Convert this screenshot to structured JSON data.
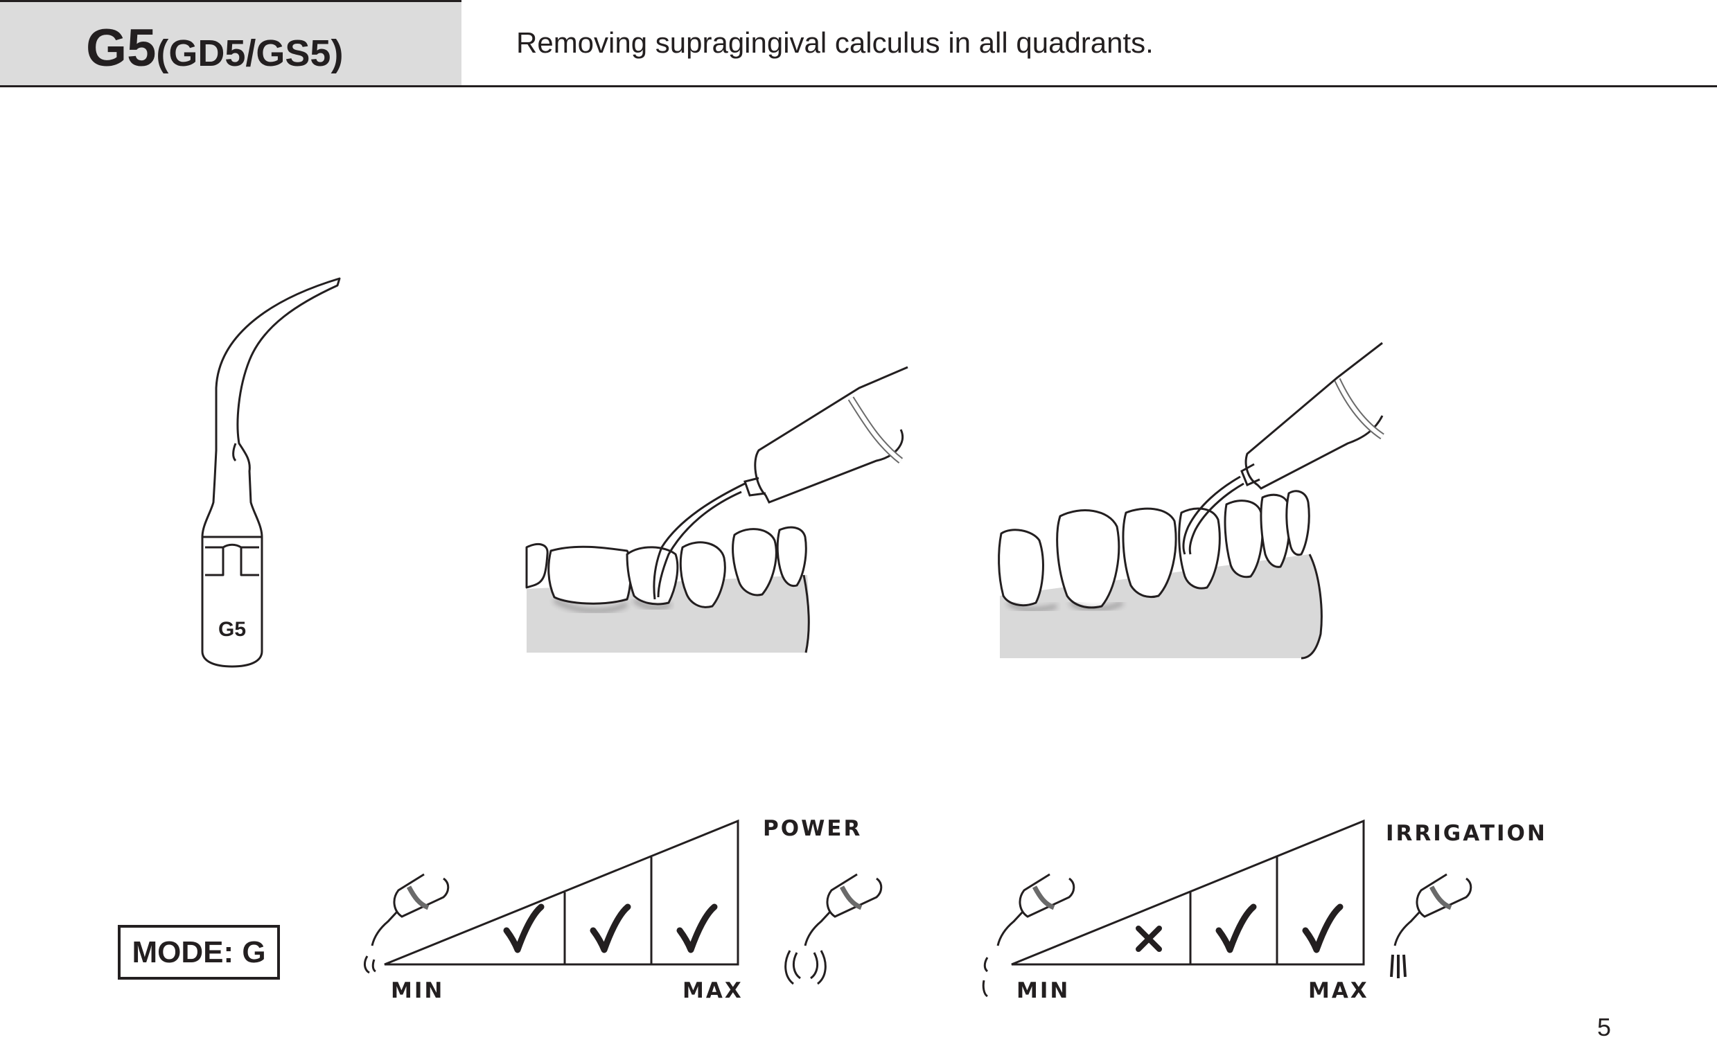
{
  "header": {
    "title_main": "G5",
    "title_sub": "(GD5/GS5)",
    "description": "Removing supragingival calculus in all quadrants."
  },
  "tip_illustration": {
    "tip_label": "G5"
  },
  "mode": {
    "label": "MODE: G"
  },
  "scales": [
    {
      "name": "POWER",
      "min_label": "MIN",
      "max_label": "MAX",
      "cells": [
        "check",
        "check",
        "check"
      ]
    },
    {
      "name": "IRRIGATION",
      "min_label": "MIN",
      "max_label": "MAX",
      "cells": [
        "cross",
        "check",
        "check"
      ]
    }
  ],
  "page_number": "5",
  "colors": {
    "ink": "#231f20",
    "header_fill": "#dcdcdc",
    "gum_fill": "#d9d9d9"
  }
}
